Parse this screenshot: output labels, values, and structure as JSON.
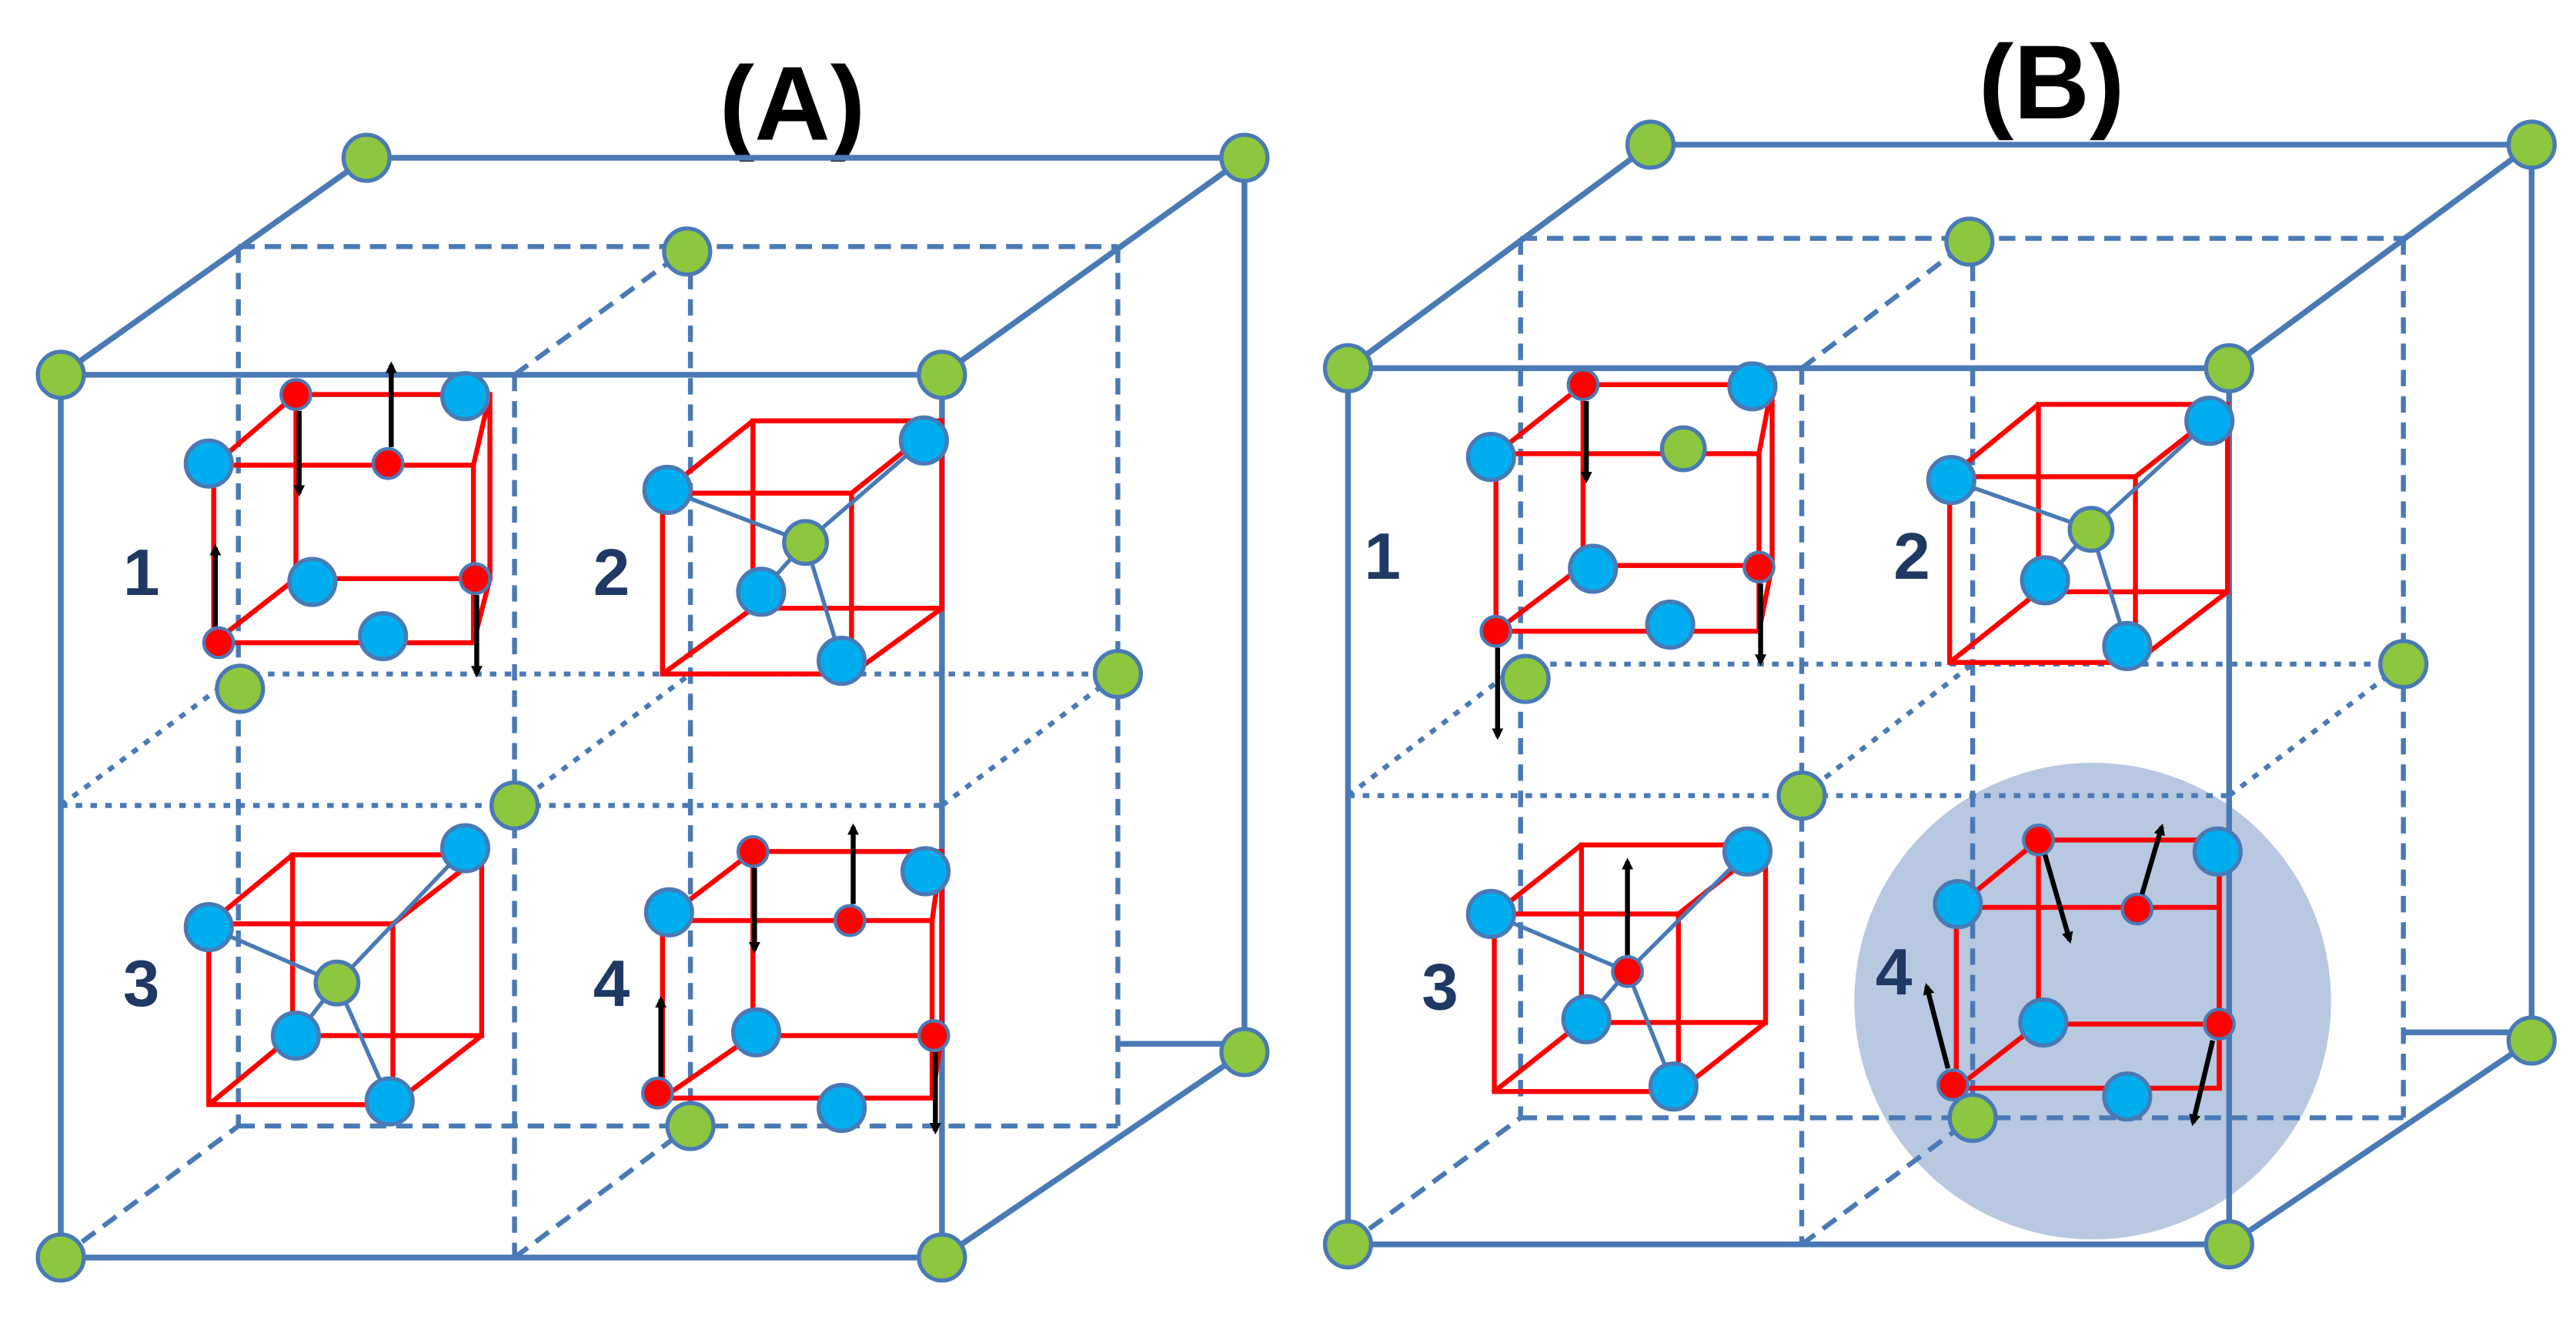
{
  "figure": {
    "colors": {
      "frame": "#4a7ab5",
      "sub_cell": "#ff0000",
      "corner_atom": "#8dc63f",
      "blue_atom": "#00aeef",
      "red_atom": "#ff0000",
      "arrow": "#000000",
      "highlight": "#b8c8e0",
      "number_text": "#1f3864"
    },
    "panels": [
      {
        "title": "(A)",
        "cells": [
          {
            "label": "1",
            "type": "spin-arrows"
          },
          {
            "label": "2",
            "type": "tetrahedral"
          },
          {
            "label": "3",
            "type": "tetrahedral"
          },
          {
            "label": "4",
            "type": "spin-arrows"
          }
        ]
      },
      {
        "title": "(B)",
        "highlight": "cell 4",
        "cells": [
          {
            "label": "1",
            "type": "spin-arrows"
          },
          {
            "label": "2",
            "type": "tetrahedral"
          },
          {
            "label": "3",
            "type": "tetrahedral"
          },
          {
            "label": "4",
            "type": "spin-arrows"
          }
        ]
      }
    ]
  }
}
